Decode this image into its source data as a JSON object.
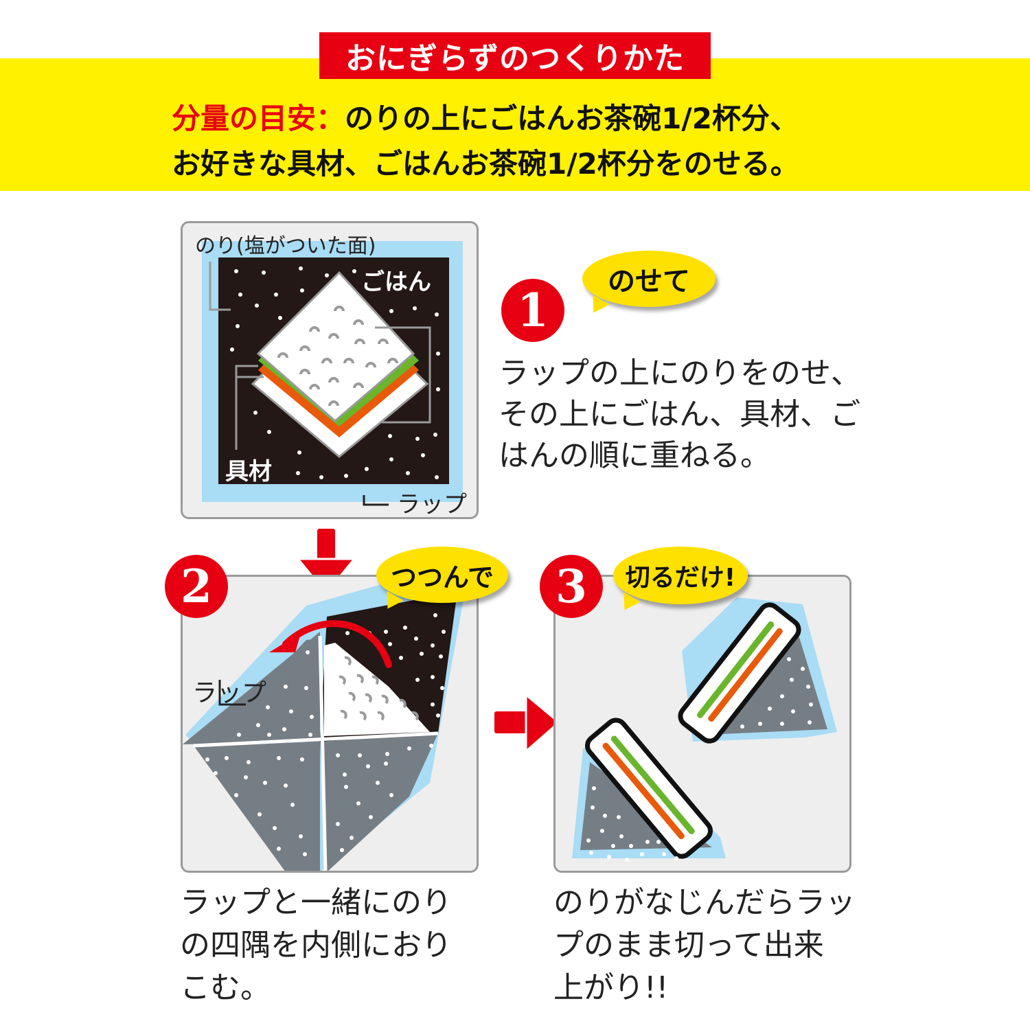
{
  "header": {
    "title": "おにぎらずのつくりかた",
    "amount_label": "分量の目安：",
    "amount_line1": "のりの上にごはんお茶碗1/2杯分、",
    "amount_line2": "お好きな具材、ごはんお茶碗1/2杯分をのせる。"
  },
  "colors": {
    "accent_red": "#e60012",
    "band_yellow": "#fff100",
    "bubble_yellow": "#ffe100",
    "wrap_blue": "#a9dcf5",
    "nori_black": "#231815",
    "nori_gray": "#767e85",
    "filling_green": "#6ab52c",
    "filling_orange": "#e85a0a"
  },
  "steps": [
    {
      "number": "1",
      "bubble": "のせて",
      "description": "ラップの上にのりをのせ、\nその上にごはん、具材、ご\nはんの順に重ねる。",
      "labels": {
        "nori": "のり(塩がついた面)",
        "rice": "ごはん",
        "filling": "具材",
        "wrap": "ラップ"
      }
    },
    {
      "number": "2",
      "bubble": "つつんで",
      "description": "ラップと一緒にのり\nの四隅を内側におり\nこむ。",
      "labels": {
        "wrap": "ラップ"
      }
    },
    {
      "number": "3",
      "bubble": "切るだけ!",
      "description": "のりがなじんだらラッ\nプのまま切って出来\n上がり!!"
    }
  ]
}
